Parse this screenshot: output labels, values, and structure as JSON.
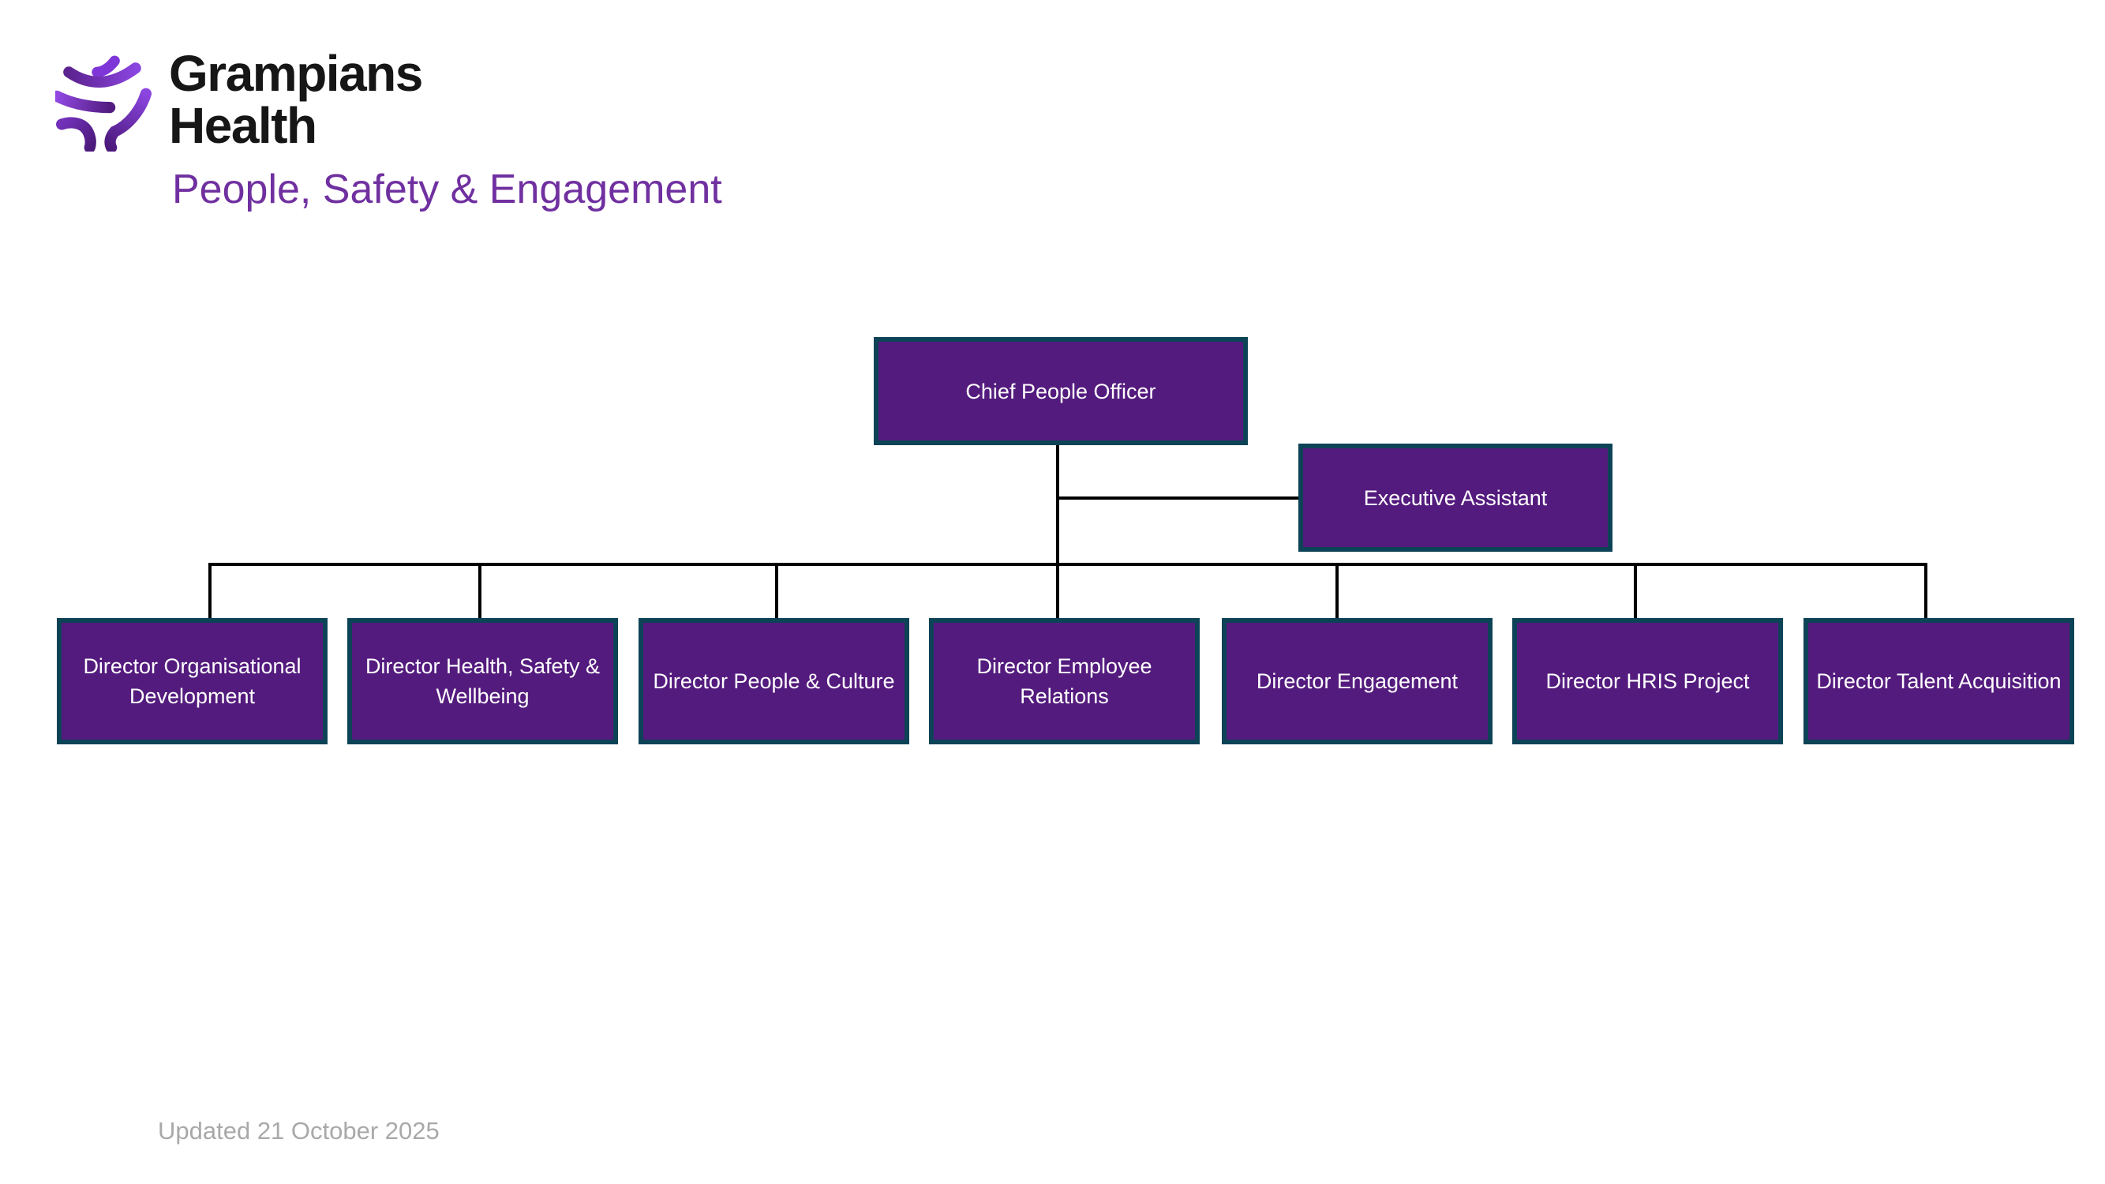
{
  "header": {
    "brand_line1": "Grampians",
    "brand_line2": "Health",
    "subtitle": "People, Safety & Engagement",
    "subtitle_color": "#7030A0",
    "logo_mark": "grampians-health-swirl-icon"
  },
  "org_chart": {
    "type": "org-chart",
    "colors": {
      "node_fill": "#541B7E",
      "node_border": "#0D4356",
      "node_text": "#FFFFFF",
      "connector": "#000000"
    },
    "root": {
      "label": "Chief People Officer"
    },
    "assistant": {
      "label": "Executive Assistant"
    },
    "children": [
      {
        "label": "Director Organisational Development"
      },
      {
        "label": "Director Health, Safety & Wellbeing"
      },
      {
        "label": "Director People & Culture"
      },
      {
        "label": "Director Employee Relations"
      },
      {
        "label": "Director Engagement"
      },
      {
        "label": "Director HRIS Project"
      },
      {
        "label": "Director Talent Acquisition"
      }
    ]
  },
  "footer": {
    "updated_text": "Updated 21 October 2025"
  }
}
